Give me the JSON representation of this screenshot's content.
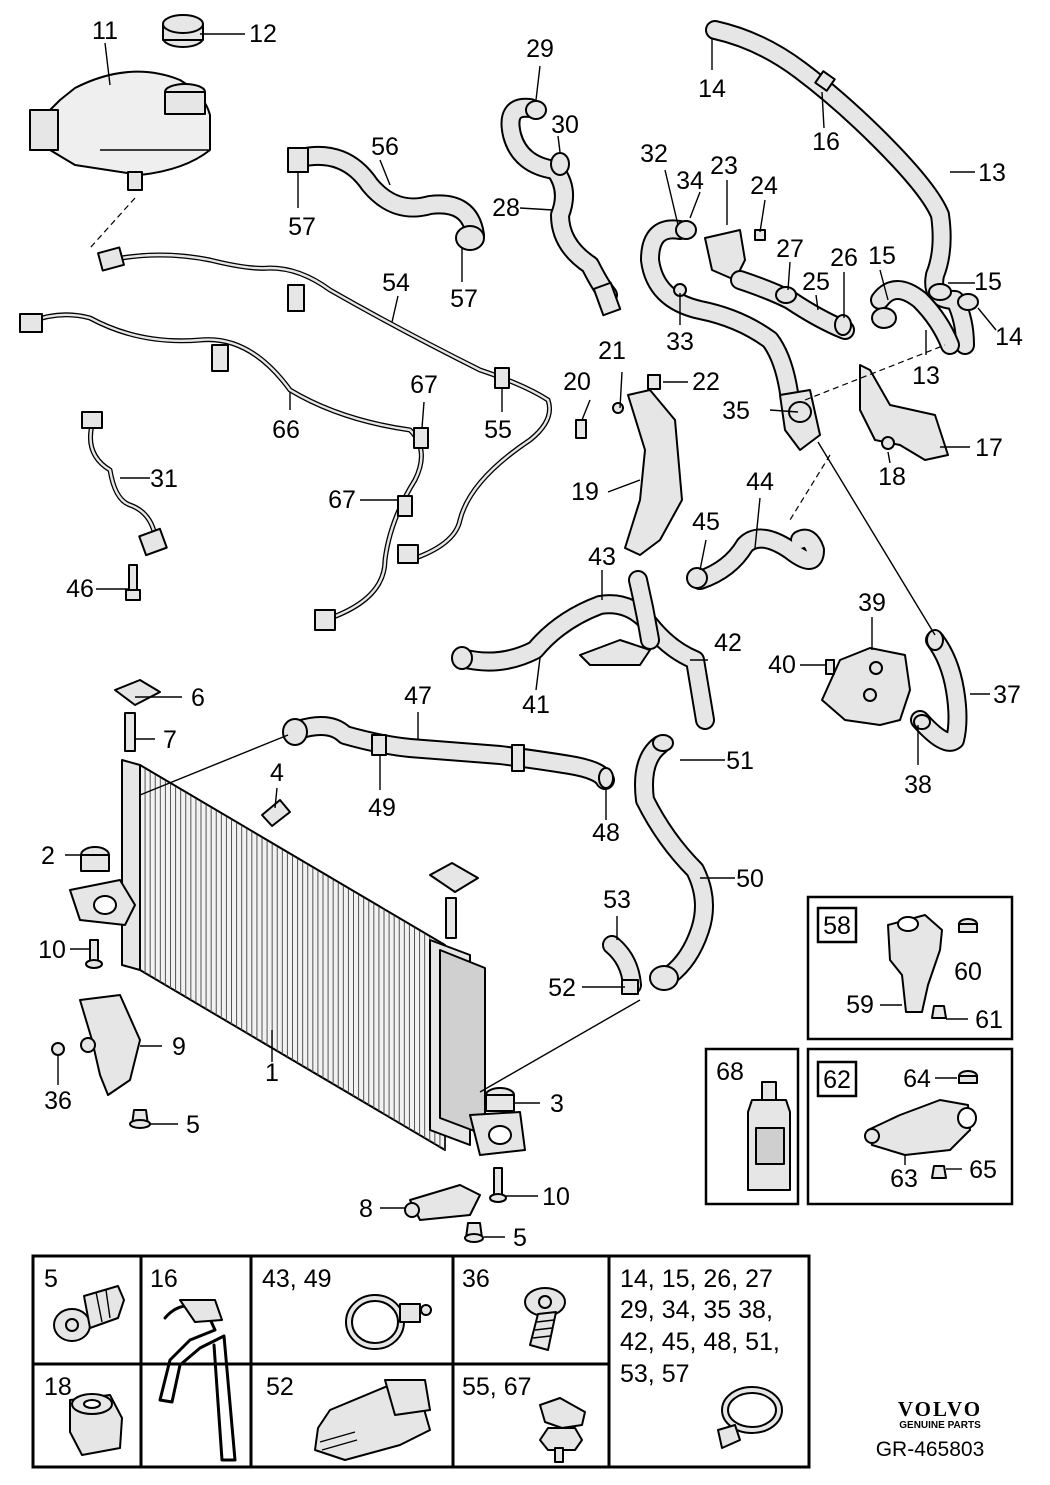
{
  "callouts": {
    "c1": "1",
    "c2": "2",
    "c3": "3",
    "c4": "4",
    "c5a": "5",
    "c5b": "5",
    "c6": "6",
    "c7": "7",
    "c8": "8",
    "c9": "9",
    "c10a": "10",
    "c10b": "10",
    "c11": "11",
    "c12": "12",
    "c13a": "13",
    "c13b": "13",
    "c14a": "14",
    "c14b": "14",
    "c15a": "15",
    "c15b": "15",
    "c16": "16",
    "c17": "17",
    "c18": "18",
    "c19": "19",
    "c20": "20",
    "c21": "21",
    "c22": "22",
    "c23": "23",
    "c24": "24",
    "c25": "25",
    "c26": "26",
    "c27": "27",
    "c28": "28",
    "c29": "29",
    "c30": "30",
    "c31": "31",
    "c32": "32",
    "c33": "33",
    "c34": "34",
    "c35": "35",
    "c36": "36",
    "c37": "37",
    "c38": "38",
    "c39": "39",
    "c40": "40",
    "c41": "41",
    "c42": "42",
    "c43": "43",
    "c44": "44",
    "c45": "45",
    "c46": "46",
    "c47": "47",
    "c48": "48",
    "c49": "49",
    "c50": "50",
    "c51": "51",
    "c52": "52",
    "c53": "53",
    "c54": "54",
    "c55": "55",
    "c56": "56",
    "c57a": "57",
    "c57b": "57",
    "c58": "58",
    "c59": "59",
    "c60": "60",
    "c61": "61",
    "c62": "62",
    "c63": "63",
    "c64": "64",
    "c65": "65",
    "c66": "66",
    "c67a": "67",
    "c67b": "67",
    "c68": "68"
  },
  "legend": {
    "cell_5": "5",
    "cell_16": "16",
    "cell_43_49": "43, 49",
    "cell_36": "36",
    "cell_18": "18",
    "cell_52": "52",
    "cell_55_67": "55, 67",
    "cell_clamps_line1": "14, 15, 26, 27",
    "cell_clamps_line2": "29, 34, 35  38,",
    "cell_clamps_line3": "42, 45, 48, 51,",
    "cell_clamps_line4": "53, 57"
  },
  "brand": {
    "name": "VOLVO",
    "tagline": "GENUINE PARTS",
    "reference": "GR-465803"
  }
}
